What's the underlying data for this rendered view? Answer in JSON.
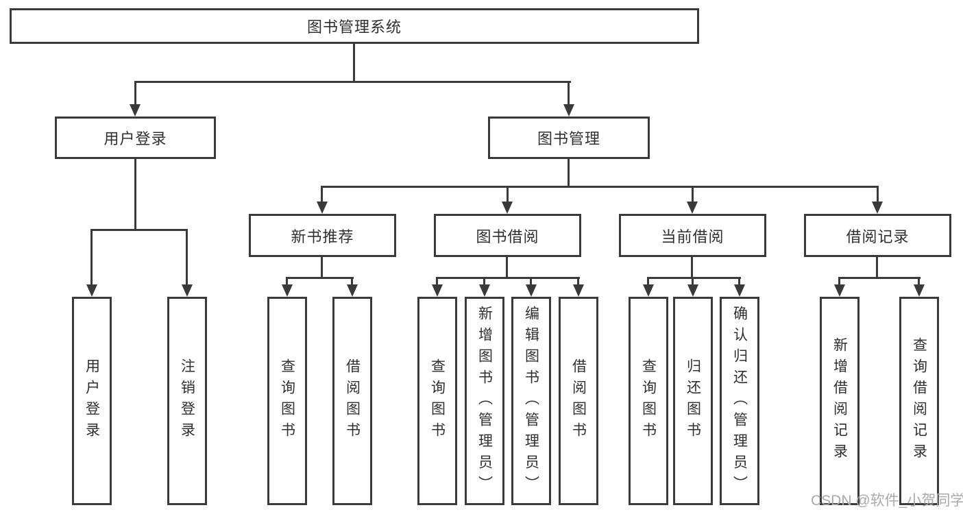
{
  "tree": {
    "label": "图书管理系统",
    "children": [
      {
        "label": "用户登录",
        "children": [
          {
            "label": "用户登录"
          },
          {
            "label": "注销登录"
          }
        ]
      },
      {
        "label": "图书管理",
        "children": [
          {
            "label": "新书推荐",
            "children": [
              {
                "label": "查询图书"
              },
              {
                "label": "借阅图书"
              }
            ]
          },
          {
            "label": "图书借阅",
            "children": [
              {
                "label": "查询图书"
              },
              {
                "label": "新增图书（管理员）"
              },
              {
                "label": "编辑图书（管理员）"
              },
              {
                "label": "借阅图书"
              }
            ]
          },
          {
            "label": "当前借阅",
            "children": [
              {
                "label": "查询图书"
              },
              {
                "label": "归还图书"
              },
              {
                "label": "确认归还（管理员）"
              }
            ]
          },
          {
            "label": "借阅记录",
            "children": [
              {
                "label": "新增借阅记录"
              },
              {
                "label": "查询借阅记录"
              }
            ]
          }
        ]
      }
    ]
  },
  "watermark": "CSDN @软件_小贺同学",
  "colors": {
    "line": "#3a3a3a",
    "text": "#2f2f2f",
    "box_background": "#ffffff"
  }
}
